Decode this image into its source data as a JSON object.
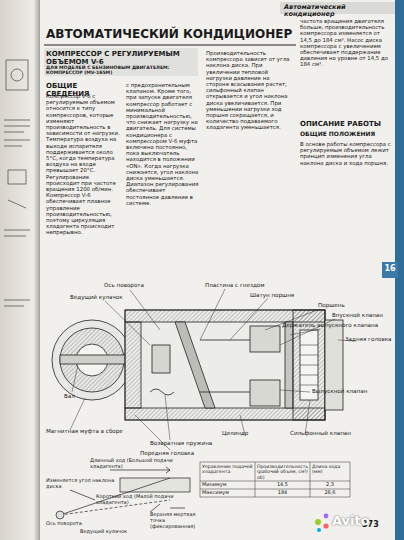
{
  "diagram": {
    "title": "АВТОМАТИЧЕСКИЙ КОНДИЦИОНЕР",
    "labels": [
      "Автоматический кондиционер",
      "КОМПРЕССОР С РЕГУЛИРУЕМЫМ ОБЪЕМОМ V-6",
      "ДЛЯ МОДЕЛЕЙ С БЕНЗИНОВЫМ ДВИГАТЕЛЕМ: КОМПРЕССОР (MV-165M)",
      "ОБЩИЕ СВЕДЕНИЯ",
      "Компрессор V-6 с регулируемым объемом относится к типу компрессоров, которые изменяют производительность в зависимости от нагрузки. Температура воздуха на выходе испарителя поддерживается около 5°С, когда температура воздуха на входе превышает 20°С. Регулирование происходит при частоте вращения 1200 об/мин. Компрессор V-6 обеспечивает плавное управление производительностью, поэтому циркуляция хладагента происходит непрерывно.",
      "с предохранительным клапаном. Кроме того, при запуске двигателя компрессор работает с минимальной производительностью, что снижает нагрузку на двигатель. Для системы кондиционера с компрессором V-6 муфта включена постоянно, пока выключатель находится в положении «ON». Когда нагрузка снижается, угол наклона диска уменьшается. Диапазон регулирования обеспечивает постоянное давление в системе.",
      "Производительность компрессора зависит от угла наклона диска. При увеличении тепловой нагрузки давление на стороне всасывания растет, сильфонный клапан открывается и угол наклона диска увеличивается. При уменьшении нагрузки ход поршня сокращается, и количество подаваемого хладагента уменьшается.",
      "частота вращения двигателя больше, производительность компрессора изменяется от 14,5 до 184 см³. Насос диска компрессора с увеличением обеспечивает поддержание давления на уровне от 14,5 до 184 см³.",
      "ОПИСАНИЕ РАБОТЫ",
      "ОБЩИЕ ПОЛОЖЕНИЯ",
      "В основе работы компрессора с регулируемым объемом лежит принцип изменения угла наклона диска и хода поршня.",
      "Ось поворота",
      "Ведущий кулачок",
      "Вал",
      "Магнитная муфта в сборе",
      "Возвратная пружина",
      "Передняя головка",
      "Пластина с гнездом",
      "Шатун поршня",
      "Поршень",
      "Впускной клапан",
      "Держатель выпускного клапана",
      "Задняя головка",
      "Выпускной клапан",
      "Цилиндр",
      "Сильфонный клапан",
      "Длинный ход (Большой подачи хладагента)",
      "Изменяется угол наклона диска",
      "Короткий ход (Малой подачи хладагента)",
      "Ось поворота",
      "Ведущий кулачок",
      "Верхняя мертвая точка (фиксированная)",
      "Управление подачей хладагента",
      "Производительность (рабочий объем, см³/об)",
      "Длина хода (мм)",
      "Минимум",
      "14,5",
      "2,3",
      "Максимум",
      "184",
      "28,6",
      "16",
      "373",
      "Avito"
    ]
  }
}
